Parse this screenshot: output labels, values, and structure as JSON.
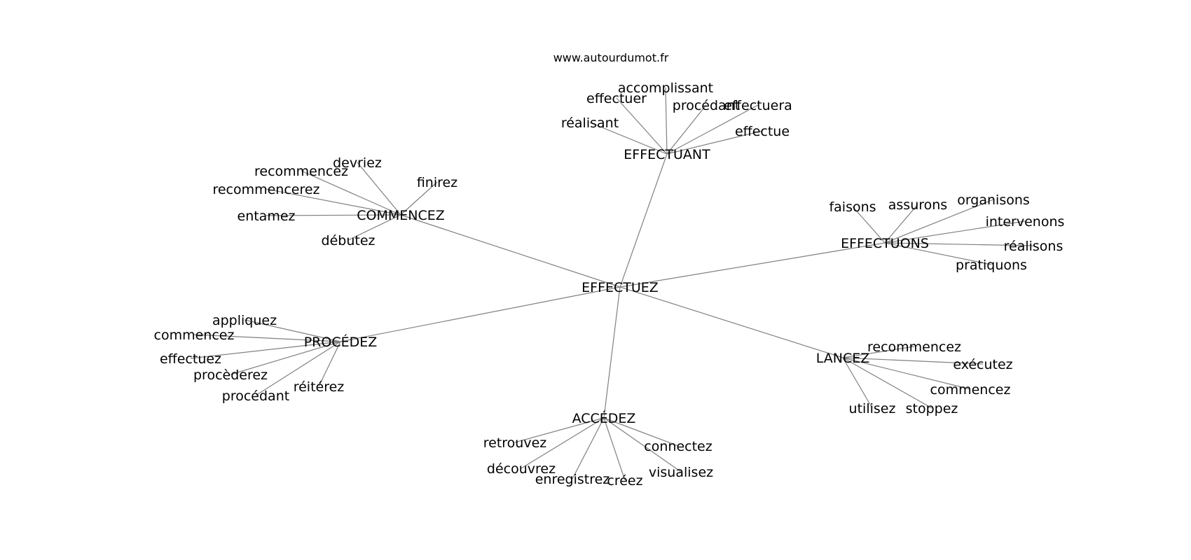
{
  "source_text": "www.autourdumot.fr",
  "center": "EFFECTUEZ",
  "clusters": [
    {
      "hub": "EFFECTUANT",
      "leaves": [
        "accomplissant",
        "effectuer",
        "procédant",
        "effectuera",
        "réalisant",
        "effectue"
      ]
    },
    {
      "hub": "COMMENCEZ",
      "leaves": [
        "devriez",
        "recommencez",
        "finirez",
        "recommencerez",
        "entamez",
        "débutez"
      ]
    },
    {
      "hub": "EFFECTUONS",
      "leaves": [
        "faisons",
        "assurons",
        "organisons",
        "intervenons",
        "réalisons",
        "pratiquons"
      ]
    },
    {
      "hub": "PROCÉDEZ",
      "leaves": [
        "appliquez",
        "commencez",
        "effectuez",
        "procèderez",
        "procédant",
        "réitérez"
      ]
    },
    {
      "hub": "LANCEZ",
      "leaves": [
        "recommencez",
        "exécutez",
        "commencez",
        "utilisez",
        "stoppez"
      ]
    },
    {
      "hub": "ACCÉDEZ",
      "leaves": [
        "retrouvez",
        "connectez",
        "découvrez",
        "visualisez",
        "enregistrez",
        "créez"
      ]
    }
  ]
}
